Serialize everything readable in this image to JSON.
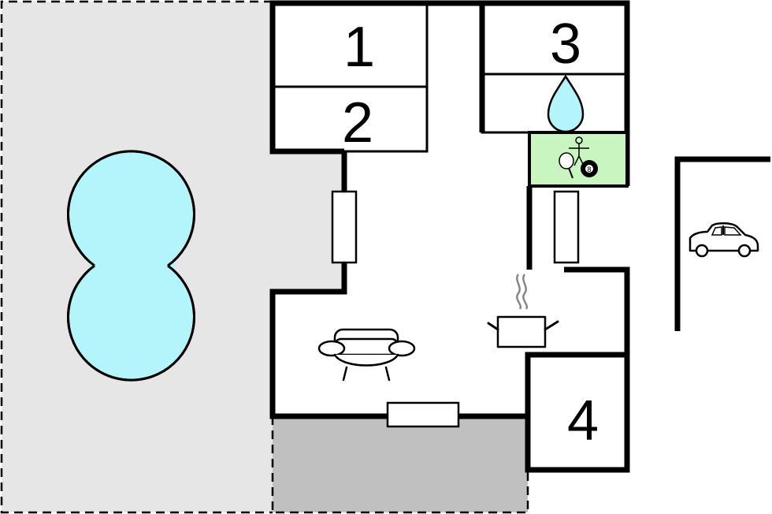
{
  "rooms": [
    {
      "label": "1"
    },
    {
      "label": "2"
    },
    {
      "label": "3"
    },
    {
      "label": "4"
    }
  ],
  "billiard_ball_label": "8",
  "icons": {
    "pool": "pool-shape",
    "water": "water-drop-icon",
    "games": "games-room-icon",
    "parking": "car-icon",
    "living": "sofa-icon",
    "kitchen": "cooking-pot-icon"
  },
  "colors": {
    "outdoor_area": "#e6e6e6",
    "terrace": "#c0c0c0",
    "pool": "#b3f5fb",
    "games_room": "#c8f5c0",
    "walls": "#000000"
  }
}
